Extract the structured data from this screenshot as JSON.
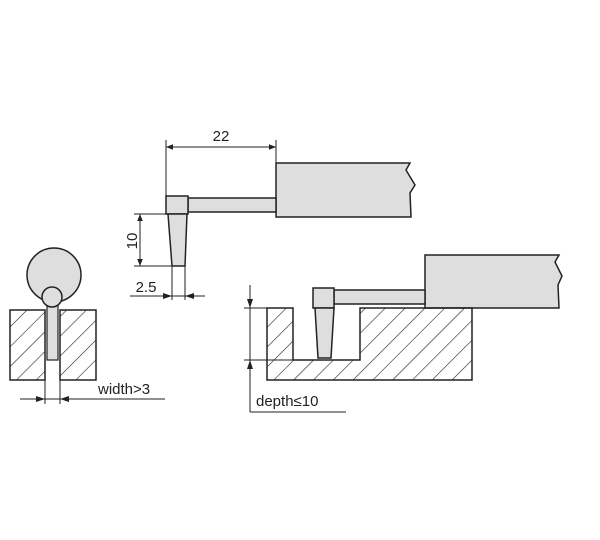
{
  "colors": {
    "line": "#222222",
    "body_fill": "#dedede",
    "background": "#ffffff"
  },
  "labels": {
    "length": "22",
    "height": "10",
    "tip": "2.5",
    "width": "width>3",
    "depth": "depth≤10"
  }
}
